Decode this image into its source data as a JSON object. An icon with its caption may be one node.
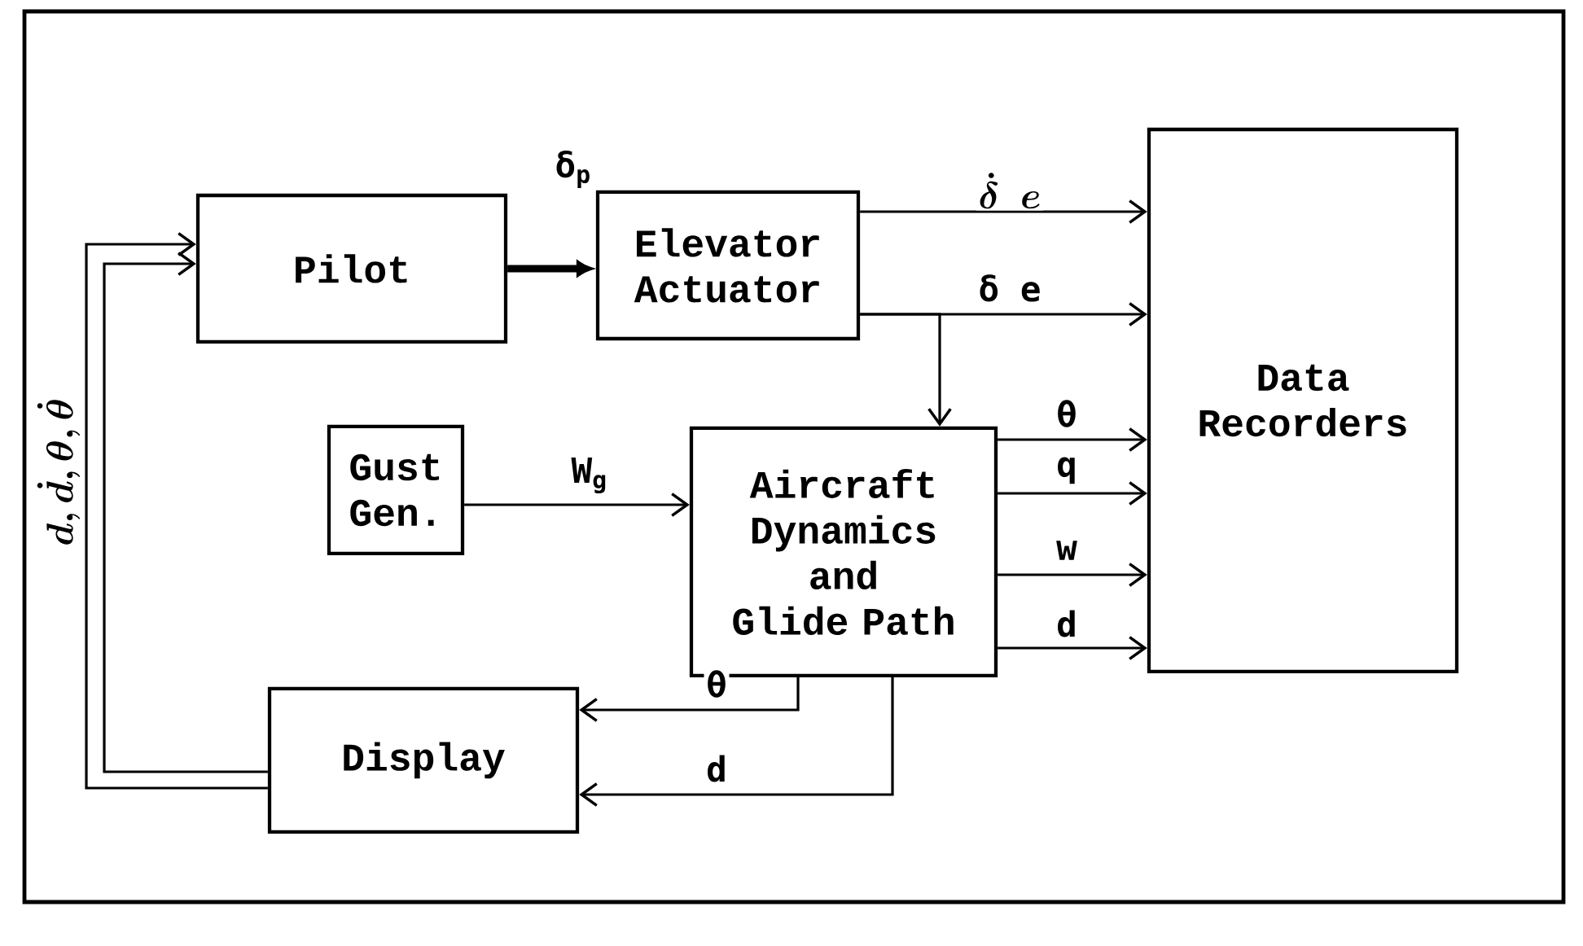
{
  "diagram": {
    "nodes": [
      {
        "text": [
          "Pilot"
        ]
      },
      {
        "text": [
          "Elevator Actuator"
        ]
      },
      {
        "text": [
          "Data Recorders"
        ]
      },
      {
        "text": [
          "Gust Gen."
        ]
      },
      {
        "text": [
          "Aircraft Dynamics and Glide Path"
        ]
      },
      {
        "text": [
          "Display"
        ]
      }
    ],
    "edges": [
      {
        "from": 0,
        "to": 1,
        "arrow": "to",
        "label": "δ$_{p}$",
        "style": "thick"
      },
      {
        "from": 1,
        "to": 2,
        "arrow": "to",
        "label": "\\dot{\\delta}\\ e"
      },
      {
        "from": 1,
        "to": 2,
        "arrow": "to",
        "label": "δ e"
      },
      {
        "from": 1,
        "to": 4,
        "arrow": "to"
      },
      {
        "from": 3,
        "to": 4,
        "arrow": "to",
        "label": "W$_{g}$"
      },
      {
        "from": 4,
        "to": 2,
        "arrow": "to",
        "label": "θ"
      },
      {
        "from": 4,
        "to": 2,
        "arrow": "to",
        "label": "q"
      },
      {
        "from": 4,
        "to": 2,
        "arrow": "to",
        "label": "w"
      },
      {
        "from": 4,
        "to": 2,
        "arrow": "to",
        "label": "d"
      },
      {
        "from": 4,
        "to": 5,
        "arrow": "to",
        "label": "θ"
      },
      {
        "from": 4,
        "to": 5,
        "arrow": "to",
        "label": "d"
      },
      {
        "from": 5,
        "to": 0,
        "arrow": "to",
        "label": "d,\\dot{d},\\theta,\\dot{\\theta}"
      },
      {
        "from": 5,
        "to": 0,
        "arrow": "to"
      }
    ]
  }
}
